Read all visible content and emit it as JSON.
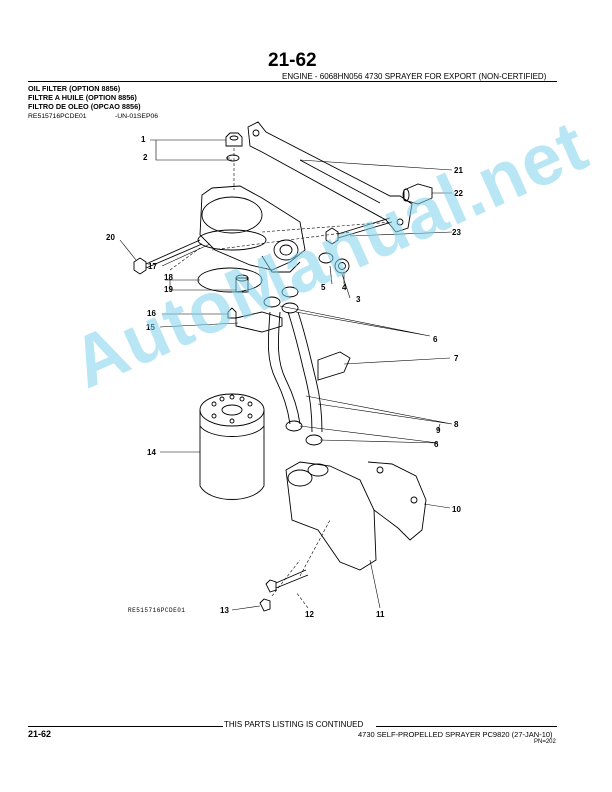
{
  "header": {
    "page_number": "21-62",
    "engine_line": "ENGINE - 6068HN056 4730 SPRAYER FOR EXPORT (NON-CERTIFIED)"
  },
  "titles": {
    "english": "OIL FILTER (OPTION 8856)",
    "french": "FILTRE A HUILE (OPTION 8856)",
    "portuguese": "FILTRO DE OLEO (OPCAO 8856)"
  },
  "reference": {
    "code": "RE515716PCDE01",
    "date": "-UN-01SEP06"
  },
  "diagram": {
    "drawing_code": "RE515716PCDE01",
    "callouts": [
      "1",
      "2",
      "3",
      "4",
      "5",
      "6",
      "7",
      "8",
      "9",
      "10",
      "11",
      "12",
      "13",
      "14",
      "15",
      "16",
      "17",
      "18",
      "19",
      "20",
      "21",
      "22",
      "23"
    ],
    "callout_6_repeat": "6",
    "callout_8_repeat": "8"
  },
  "watermark": "AutoManual.net",
  "footer": {
    "continued": "THIS PARTS LISTING IS CONTINUED",
    "page_number": "21-62",
    "model_line": "4730 SELF-PROPELLED SPRAYER   PC9820    (27-JAN-10)",
    "pn": "PN=202"
  }
}
